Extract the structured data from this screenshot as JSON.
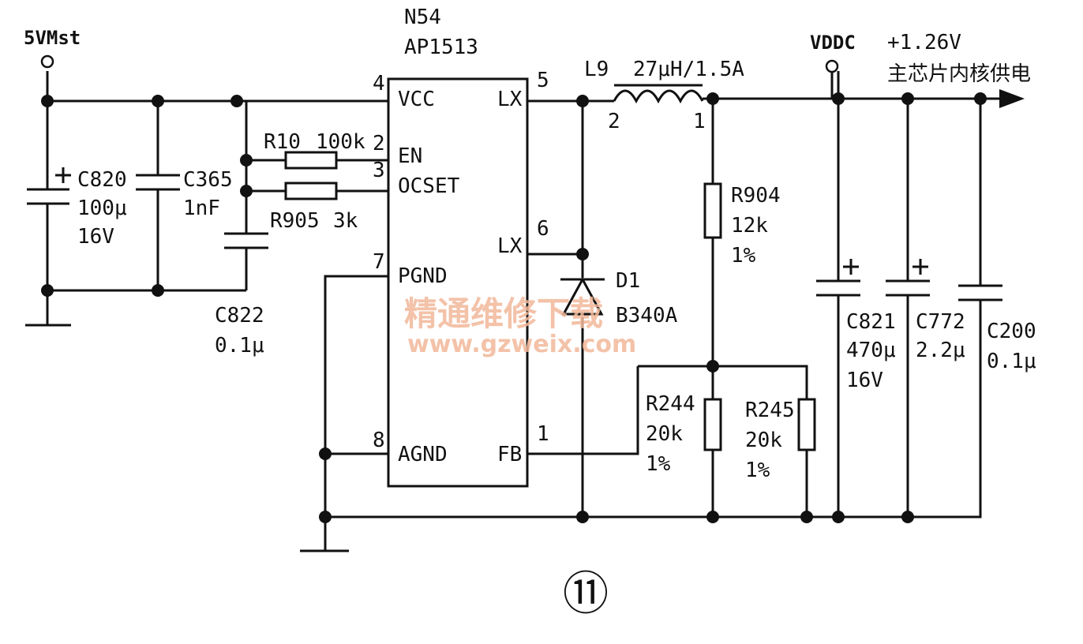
{
  "diagram": {
    "ic": {
      "ref": "N54",
      "part": "AP1513"
    },
    "pins": {
      "vcc": {
        "num": "4",
        "name": "VCC"
      },
      "en": {
        "num": "2",
        "name": "EN"
      },
      "ocset": {
        "num": "3",
        "name": "OCSET"
      },
      "pgnd": {
        "num": "7",
        "name": "PGND"
      },
      "agnd": {
        "num": "8",
        "name": "AGND"
      },
      "lx5": {
        "num": "5",
        "name": "LX"
      },
      "lx6": {
        "num": "6",
        "name": "LX"
      },
      "fb": {
        "num": "1",
        "name": "FB"
      }
    },
    "supply": {
      "name": "5VMst"
    },
    "output": {
      "net": "VDDC",
      "voltage": "+1.26V",
      "desc": "主芯片内核供电"
    },
    "inductor": {
      "ref": "L9",
      "value": "27μH/1.5A",
      "pin2": "2",
      "pin1": "1"
    },
    "diode": {
      "ref": "D1",
      "part": "B340A"
    },
    "caps": {
      "c820": {
        "ref": "C820",
        "value": "100μ",
        "rating": "16V",
        "polarity": "+"
      },
      "c365": {
        "ref": "C365",
        "value": "1nF"
      },
      "c822": {
        "ref": "C822",
        "value": "0.1μ"
      },
      "c821": {
        "ref": "C821",
        "value": "470μ",
        "rating": "16V",
        "polarity": "+"
      },
      "c772": {
        "ref": "C772",
        "value": "2.2μ",
        "polarity": "+"
      },
      "c200": {
        "ref": "C200",
        "value": "0.1μ"
      }
    },
    "resistors": {
      "r10": {
        "ref": "R10",
        "value": "100k"
      },
      "r905": {
        "ref": "R905",
        "value": "3k"
      },
      "r904": {
        "ref": "R904",
        "value": "12k",
        "tol": "1%"
      },
      "r244": {
        "ref": "R244",
        "value": "20k",
        "tol": "1%"
      },
      "r245": {
        "ref": "R245",
        "value": "20k",
        "tol": "1%"
      }
    },
    "figure_number": "⑪",
    "watermark": {
      "line1": "精通维修下载",
      "line2": "www.gzweix.com"
    }
  }
}
